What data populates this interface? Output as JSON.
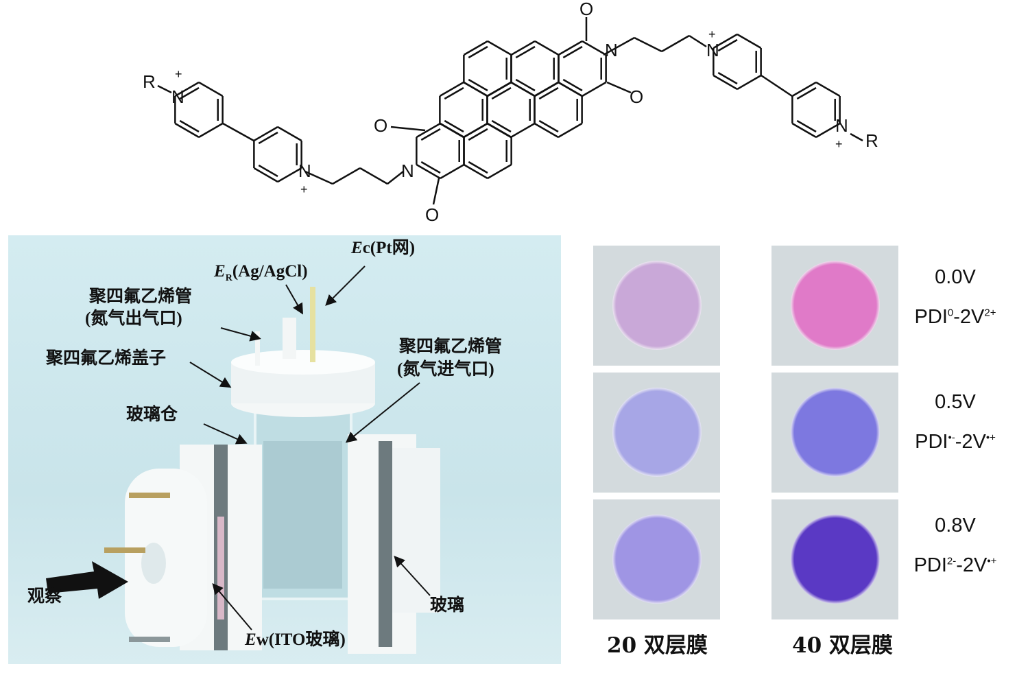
{
  "molecule": {
    "r": "R",
    "n": "N",
    "o": "O",
    "plus": "+"
  },
  "cell_labels": {
    "er_main": "E",
    "er_sub": "R",
    "er_rest": "(Ag/AgCl)",
    "ec_main": "E",
    "ec_rest": "c(Pt网)",
    "ptfe_tube_out": "聚四氟乙烯管",
    "n2_out": "(氮气出气口)",
    "ptfe_cap": "聚四氟乙烯盖子",
    "ptfe_tube_in": "聚四氟乙烯管",
    "n2_in": "(氮气进气口)",
    "glass_chamber": "玻璃仓",
    "observe": "观察",
    "glass": "玻璃",
    "ew_main": "E",
    "ew_rest": "w(ITO玻璃)"
  },
  "states": [
    {
      "voltage": "0.0V",
      "species_a": "PDI",
      "sup_a": "0",
      "species_b": "-2V",
      "sup_b": "2+"
    },
    {
      "voltage": "0.5V",
      "species_a": "PDI",
      "sup_a": "•-",
      "species_b": "-2V",
      "sup_b": "•+"
    },
    {
      "voltage": "0.8V",
      "species_a": "PDI",
      "sup_a": "2-",
      "species_b": "-2V",
      "sup_b": "•+"
    }
  ],
  "columns": [
    {
      "label": "20 双层膜"
    },
    {
      "label": "40 双层膜"
    }
  ],
  "dish_colors": {
    "c20": [
      "#c9a8d8",
      "#a7a6e6",
      "#9f95e4"
    ],
    "c40": [
      "#e07ac8",
      "#7d78e0",
      "#5a39c4"
    ]
  }
}
